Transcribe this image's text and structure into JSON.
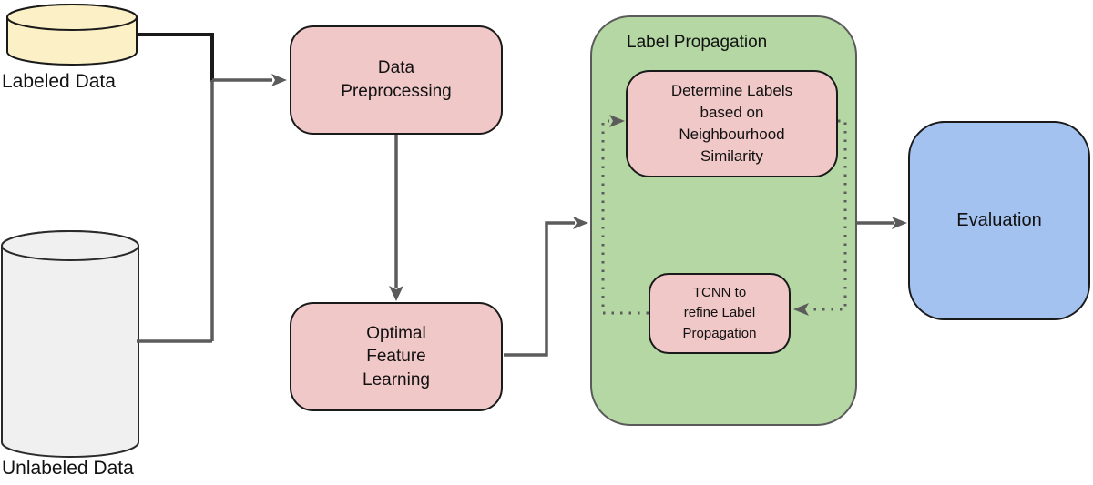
{
  "colors": {
    "yellow_fill": "#FBF0C6",
    "gray_fill": "#F0F0F0",
    "pink_fill": "#F1C8C8",
    "green_fill": "#B4D7A4",
    "green_border": "#5A5A5A",
    "blue_fill": "#A4C2F0",
    "line_gray": "#5B5B5B",
    "line_black": "#1A1A1A",
    "border_dark": "#1A1A1A",
    "text": "#111111"
  },
  "nodes": {
    "labeled_data": {
      "label": "Labeled Data"
    },
    "unlabeled_data": {
      "label": "Unlabeled Data"
    },
    "data_preprocessing": {
      "label": "Data\nPreprocessing"
    },
    "optimal_feature_learning": {
      "label": "Optimal\nFeature\nLearning"
    },
    "label_propagation": {
      "title": "Label Propagation"
    },
    "determine_labels": {
      "label": "Determine Labels\nbased on\nNeighbourhood\nSimilarity"
    },
    "tcnn": {
      "label": "TCNN to\nrefine Label\nPropagation"
    },
    "evaluation": {
      "label": "Evaluation"
    }
  }
}
